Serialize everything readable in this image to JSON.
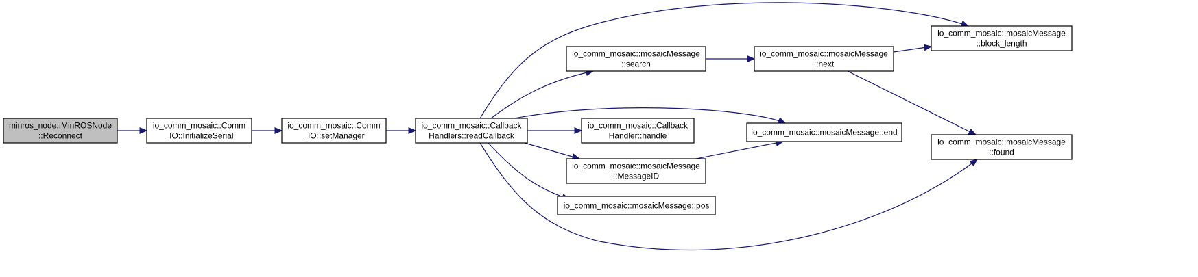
{
  "graph": {
    "nodes": [
      {
        "id": "reconnect",
        "lines": [
          "minros_node::MinROSNode",
          "::Reconnect"
        ],
        "is_root": true
      },
      {
        "id": "initialize_serial",
        "lines": [
          "io_comm_mosaic::Comm",
          "_IO::InitializeSerial"
        ]
      },
      {
        "id": "set_manager",
        "lines": [
          "io_comm_mosaic::Comm",
          "_IO::setManager"
        ]
      },
      {
        "id": "read_callback",
        "lines": [
          "io_comm_mosaic::Callback",
          "Handlers::readCallback"
        ]
      },
      {
        "id": "search",
        "lines": [
          "io_comm_mosaic::mosaicMessage",
          "::search"
        ]
      },
      {
        "id": "handle",
        "lines": [
          "io_comm_mosaic::Callback",
          "Handler::handle"
        ]
      },
      {
        "id": "message_id",
        "lines": [
          "io_comm_mosaic::mosaicMessage",
          "::MessageID"
        ]
      },
      {
        "id": "pos",
        "lines": [
          "io_comm_mosaic::mosaicMessage::pos"
        ]
      },
      {
        "id": "next",
        "lines": [
          "io_comm_mosaic::mosaicMessage",
          "::next"
        ]
      },
      {
        "id": "end",
        "lines": [
          "io_comm_mosaic::mosaicMessage::end"
        ]
      },
      {
        "id": "block_length",
        "lines": [
          "io_comm_mosaic::mosaicMessage",
          "::block_length"
        ]
      },
      {
        "id": "found",
        "lines": [
          "io_comm_mosaic::mosaicMessage",
          "::found"
        ]
      }
    ],
    "edges": [
      {
        "from": "reconnect",
        "to": "initialize_serial"
      },
      {
        "from": "initialize_serial",
        "to": "set_manager"
      },
      {
        "from": "set_manager",
        "to": "read_callback"
      },
      {
        "from": "read_callback",
        "to": "block_length"
      },
      {
        "from": "read_callback",
        "to": "search"
      },
      {
        "from": "read_callback",
        "to": "end"
      },
      {
        "from": "read_callback",
        "to": "handle"
      },
      {
        "from": "read_callback",
        "to": "message_id"
      },
      {
        "from": "read_callback",
        "to": "pos"
      },
      {
        "from": "read_callback",
        "to": "found"
      },
      {
        "from": "search",
        "to": "next"
      },
      {
        "from": "next",
        "to": "block_length"
      },
      {
        "from": "next",
        "to": "found"
      },
      {
        "from": "message_id",
        "to": "end"
      }
    ]
  },
  "colors": {
    "edge": "#191970",
    "root_fill": "#bfbfbf",
    "node_fill": "#ffffff",
    "node_stroke": "#000000"
  }
}
